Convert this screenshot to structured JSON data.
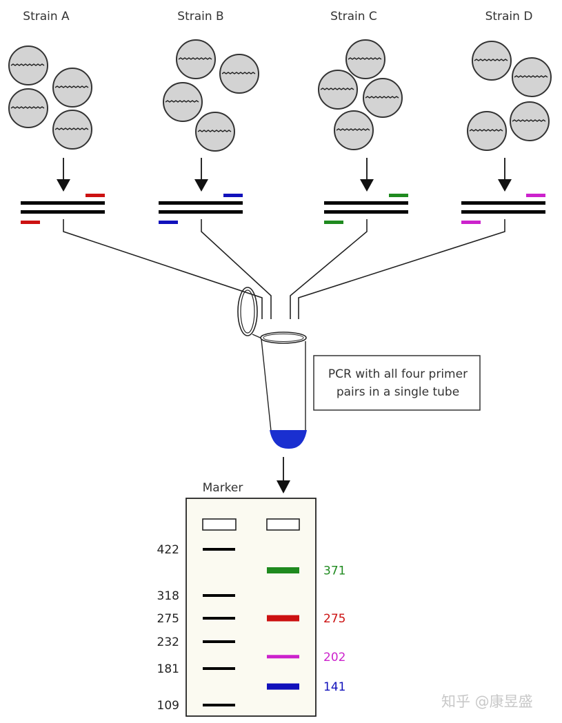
{
  "strains": [
    {
      "label": "Strain A",
      "primer_color": "#cc1111"
    },
    {
      "label": "Strain B",
      "primer_color": "#1111bb"
    },
    {
      "label": "Strain C",
      "primer_color": "#1f8a1f"
    },
    {
      "label": "Strain D",
      "primer_color": "#cc22cc"
    }
  ],
  "pcr_note": {
    "line1": "PCR with all four primer",
    "line2": "pairs in a single tube"
  },
  "tube": {
    "liquid_color": "#1a2fd0"
  },
  "gel": {
    "marker_label": "Marker",
    "marker_bands": [
      "422",
      "318",
      "275",
      "232",
      "181",
      "109"
    ],
    "sample_bands": [
      {
        "size": "371",
        "color": "#1f8a1f"
      },
      {
        "size": "275",
        "color": "#cc1111"
      },
      {
        "size": "202",
        "color": "#cc22cc"
      },
      {
        "size": "141",
        "color": "#1111bb"
      }
    ]
  },
  "watermark": "知乎 @康昱盛"
}
